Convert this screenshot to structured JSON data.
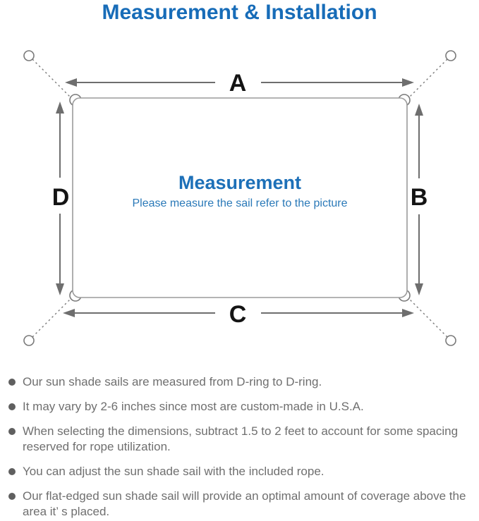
{
  "page": {
    "title": "Measurement & Installation"
  },
  "diagram": {
    "labels": {
      "top": "A",
      "right": "B",
      "bottom": "C",
      "left": "D"
    },
    "center": {
      "heading": "Measurement",
      "subheading": "Please measure the sail refer to the picture"
    },
    "colors": {
      "title_blue": "#176cb8",
      "center_heading_blue": "#1d70b8",
      "center_subheading_blue": "#2a79b8",
      "sail_outline_gray": "#9b9b9b",
      "arrow_gray": "#6e6e6e",
      "anchor_line_gray": "#7a7a7a",
      "label_black": "#141414",
      "note_text_gray": "#6f6f6f"
    }
  },
  "notes": {
    "items": [
      "Our sun shade sails are measured from D-ring to D-ring.",
      "It may vary by 2-6 inches since most are custom-made in U.S.A.",
      "When selecting the dimensions, subtract 1.5 to 2 feet to account for some spacing reserved for rope utilization.",
      "You can adjust the sun shade sail with the included rope.",
      "Our flat-edged sun shade sail will provide an optimal amount of coverage above the area it’ s placed."
    ]
  }
}
